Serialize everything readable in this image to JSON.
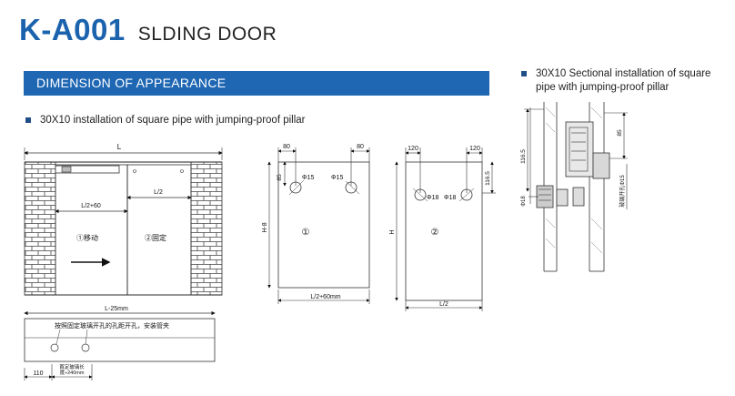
{
  "header": {
    "model": "K-A001",
    "title": "SLDING DOOR"
  },
  "banner": {
    "label": "DIMENSION OF APPEARANCE"
  },
  "bullets": {
    "install": "30X10 installation of square pipe with jumping-proof pillar",
    "sectional": "30X10 Sectional installation of square pipe with jumping-proof pillar"
  },
  "wall_drawing": {
    "dim_L": "L",
    "dim_L2_60": "L/2+60",
    "dim_L2": "L/2",
    "panel_moving": "①移动",
    "panel_fixed": "②固定"
  },
  "track_drawing": {
    "dim_L25": "L-25mm",
    "note": "按照固定玻璃开孔的孔距开孔，安装管夹",
    "dim_110": "110",
    "dim_fixed": "首定玻璃长",
    "dim_fixed2": "度÷240mm"
  },
  "panel1": {
    "dim_top": "80",
    "dim_top2": "80",
    "dim_side": "85",
    "hole_a": "Φ15",
    "hole_b": "Φ15",
    "height": "H-8",
    "number": "①",
    "width": "L/2+60mm"
  },
  "panel2": {
    "dim_top": "120",
    "dim_top2": "120",
    "dim_side": "116.5",
    "hole_a": "Φ18",
    "hole_b": "Φ18",
    "height": "H",
    "number": "②",
    "width": "L/2"
  },
  "section": {
    "dim_116": "116.5",
    "dim_85": "85",
    "dim_phi18": "Φ18",
    "dim_phi15": "玻璃开孔Φ15"
  }
}
